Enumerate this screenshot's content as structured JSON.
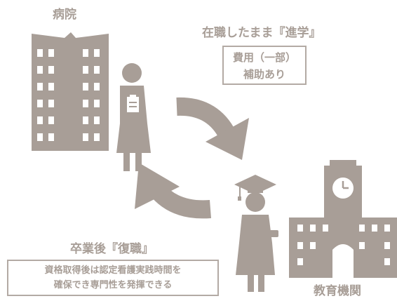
{
  "labels": {
    "hospital": "病院",
    "school": "教育機関"
  },
  "flow_to_school": {
    "title": "在職したまま『進学』",
    "note_line1": "費用（一部）",
    "note_line2": "補助あり"
  },
  "flow_to_hospital": {
    "title": "卒業後『復職』",
    "note_line1": "資格取得後は認定看護実践時間を",
    "note_line2": "確保でき専門性を発揮できる"
  },
  "colors": {
    "main": "#a89e97",
    "window": "#ffffff"
  },
  "icons": [
    "hospital-building-icon",
    "nurse-icon",
    "graduate-icon",
    "school-building-icon",
    "arrow-to-school-icon",
    "arrow-to-hospital-icon"
  ]
}
